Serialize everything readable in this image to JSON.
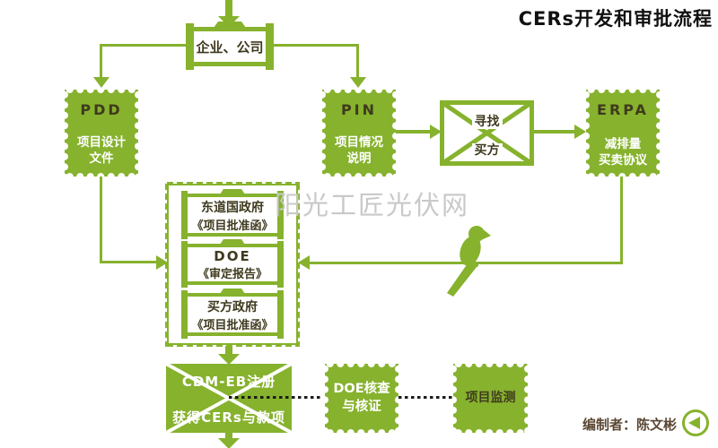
{
  "title": "CERs开发和审批流程",
  "watermark": "阳光工匠光伏网",
  "credit": {
    "label": "编制者：陈文彬"
  },
  "colors": {
    "accent_green": "#86B22D",
    "dark_text": "#3F3A1E",
    "white_text": "#FFFFFF",
    "title_color": "#111111",
    "watermark_color": "#C9C9C9",
    "credit_color": "#5A4733",
    "dotted_line": "#1C1C1C"
  },
  "icons": {
    "bird": "parrot-silhouette-icon",
    "credit_icon": "play-back-icon"
  },
  "nodes": {
    "company": {
      "label": "企业、公司"
    },
    "pdd": {
      "abbr": "PDD",
      "line1": "项目设计",
      "line2": "文件"
    },
    "pin": {
      "abbr": "PIN",
      "line1": "项目情况",
      "line2": "说明"
    },
    "find_buyer": {
      "line1": "寻找",
      "line2": "买方"
    },
    "erpa": {
      "abbr": "ERPA",
      "line1": "减排量",
      "line2": "买卖协议"
    },
    "host_gov": {
      "line1": "东道国政府",
      "line2": "《项目批准函》"
    },
    "doe_report": {
      "line1": "DOE",
      "line2": "《审定报告》"
    },
    "buyer_gov": {
      "line1": "买方政府",
      "line2": "《项目批准函》"
    },
    "cdm_register": {
      "line1": "CDM-EB注册",
      "line2": "获得CERs与款项"
    },
    "doe_verify": {
      "line1": "DOE核查",
      "line2": "与核证"
    },
    "monitor": {
      "label": "项目监测"
    }
  }
}
